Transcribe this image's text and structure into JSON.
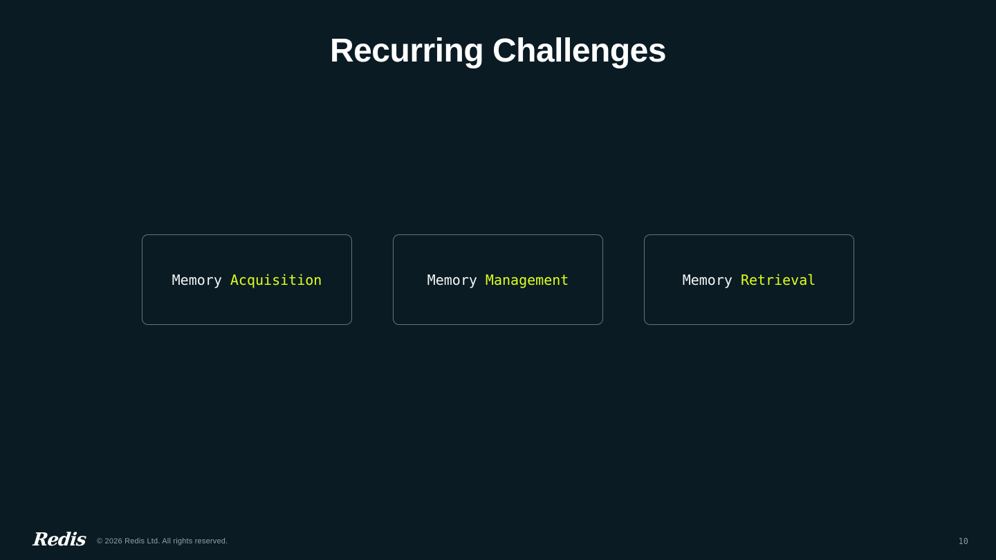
{
  "slide": {
    "title": "Recurring Challenges",
    "page_number": "10"
  },
  "boxes": [
    {
      "prefix": "Memory",
      "highlight": "Acquisition"
    },
    {
      "prefix": "Memory",
      "highlight": "Management"
    },
    {
      "prefix": "Memory",
      "highlight": "Retrieval"
    }
  ],
  "footer": {
    "logo_text": "Redis",
    "copyright": "© 2026 Redis Ltd. All rights reserved."
  },
  "colors": {
    "background": "#0A1B24",
    "highlight": "#DCFF1E",
    "box_border": "#64757E",
    "text_primary": "#FFFFFF",
    "footer_text": "#95A0A6"
  }
}
